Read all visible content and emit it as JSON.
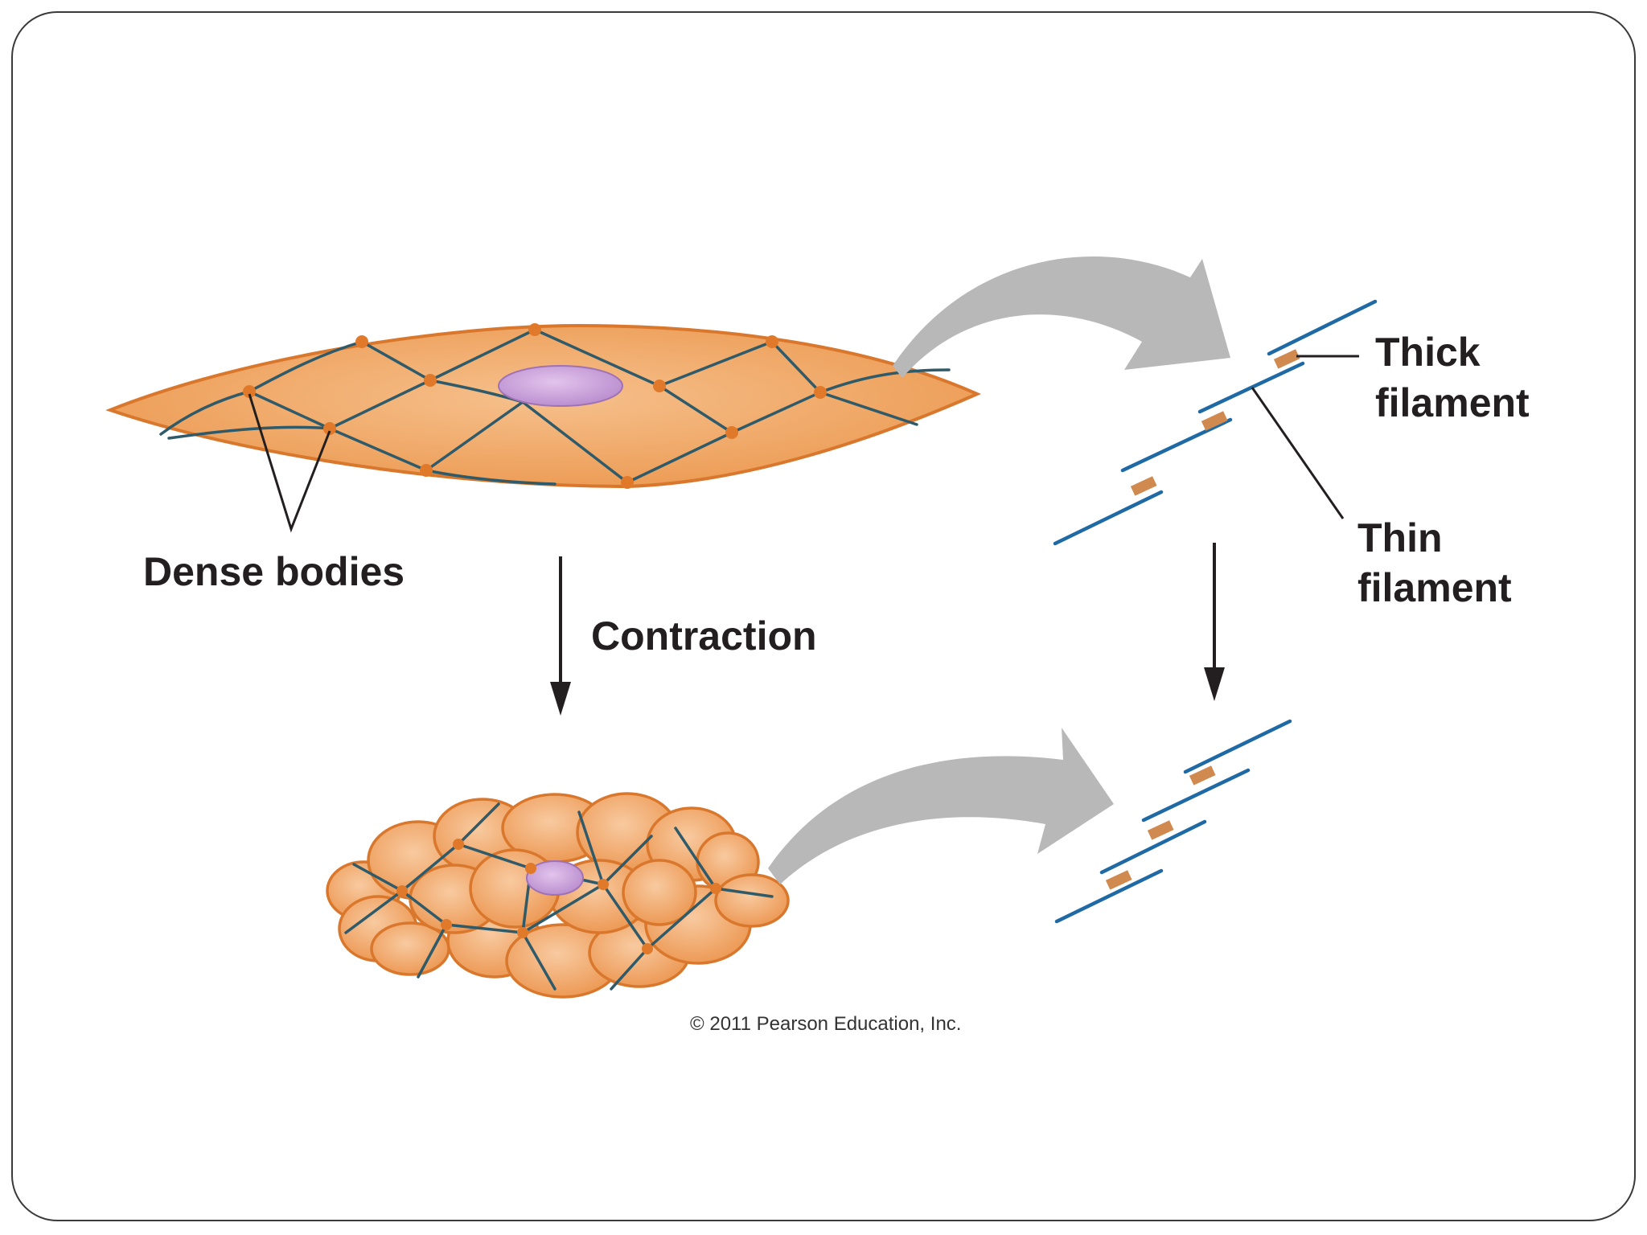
{
  "labels": {
    "dense_bodies": "Dense bodies",
    "contraction": "Contraction",
    "thick_line1": "Thick",
    "thick_line2": "filament",
    "thin_line1": "Thin",
    "thin_line2": "filament",
    "copyright": "© 2011 Pearson Education, Inc."
  },
  "colors": {
    "cell_fill": "#f0a05a",
    "cell_edge": "#d9782d",
    "nucleus": "#c9a0d8",
    "network_line": "#2f5a6a",
    "dense_body": "#e07a2a",
    "filament": "#1f6aa5",
    "myosin": "#d08a50",
    "curved_arrow": "#b8b8b8",
    "text": "#231f20"
  }
}
